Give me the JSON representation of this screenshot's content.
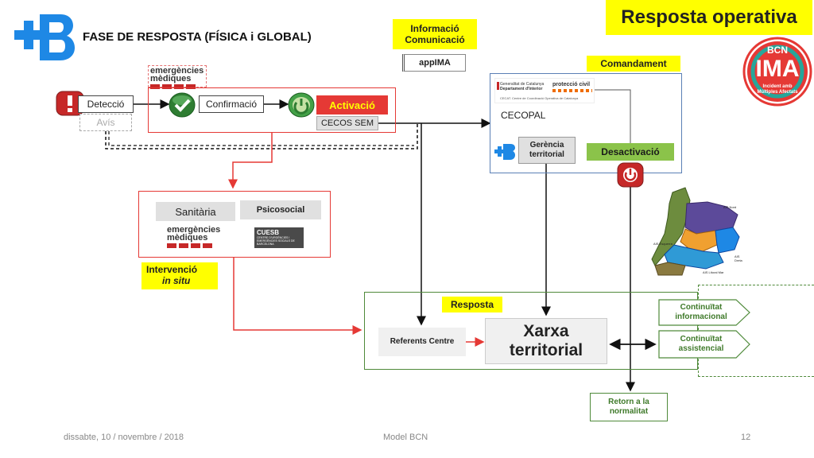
{
  "header": {
    "phase_title": "FASE DE RESPOSTA (FÍSICA i GLOBAL)",
    "slide_title": "Resposta operativa"
  },
  "ima_badge": {
    "top": "BCN",
    "main": "IMA",
    "subtitle": "Incident amb Múltiples Afectats"
  },
  "info": {
    "label": "Informació Comunicació",
    "app": "appIMA"
  },
  "activation": {
    "detect": "Detecció",
    "avis": "Avís",
    "confirm": "Confirmació",
    "activacio": "Activació",
    "cecos": "CECOS SEM",
    "em_logo_line1": "emergències",
    "em_logo_line2": "mèdiques"
  },
  "comandament": {
    "label": "Comandament",
    "generalitat_line1": "Generalitat de Catalunya",
    "generalitat_line2": "Departament d'Interior",
    "proteccio": "protecció civil",
    "caption": "CECAT. Centre de Coordinació Operativa de Catalunya",
    "cecopal": "CECOPAL",
    "gerencia": "Gerència territorial",
    "desactivacio": "Desactivació"
  },
  "intervention": {
    "sanitaria": "Sanitària",
    "psicosocial": "Psicosocial",
    "em_logo_line1": "emergències",
    "em_logo_line2": "mèdiques",
    "cuesb": "CUESB",
    "cuesb_sub": "CENTRE D'URGÈNCIES I EMERGÈNCIES SOCIALS DE BARCELONA",
    "label_line1": "Intervenció",
    "label_line2": "in situ"
  },
  "resposta": {
    "label": "Resposta",
    "referents": "Referents Centre",
    "xarxa": "Xarxa territorial",
    "continuitat_info": "Continuïtat informacional",
    "continuitat_asist": "Continuïtat assistencial",
    "retorn": "Retorn a la normalitat"
  },
  "map": {
    "labels": [
      "AIS Nord",
      "AIS Dreta",
      "AIS Esquerra",
      "AIS Litoral Mar"
    ]
  },
  "footer": {
    "date": "dissabte, 10 / novembre / 2018",
    "center": "Model BCN",
    "page": "12"
  },
  "colors": {
    "brand_blue": "#1e88e5",
    "red": "#e53935",
    "yellow": "#ffff00",
    "green": "#8bc34a",
    "dark_green": "#4f8a3a",
    "command_blue": "#5b7fb5"
  }
}
